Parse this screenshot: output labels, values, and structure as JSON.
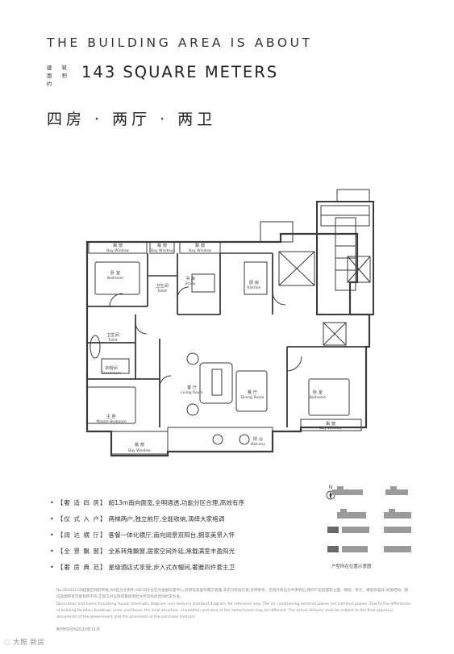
{
  "header": {
    "title_en": "THE BUILDING AREA IS ABOUT",
    "area_label_line1": "建 筑",
    "area_label_line2": "面 积 约",
    "area_en": "143 SQUARE METERS",
    "layout_cn": "四房 · 两厅 · 两卫"
  },
  "plan": {
    "rooms": [
      {
        "cn": "飘 窗",
        "en": "Bay Window"
      },
      {
        "cn": "飘 窗",
        "en": "Bay Window"
      },
      {
        "cn": "飘 窗",
        "en": "Bay Window"
      },
      {
        "cn": "卧 室",
        "en": "Bedroom"
      },
      {
        "cn": "卫生间",
        "en": "Toilet"
      },
      {
        "cn": "书 房",
        "en": "Study"
      },
      {
        "cn": "厨 房",
        "en": "Kitchen"
      },
      {
        "cn": "卫生间",
        "en": "Toilet"
      },
      {
        "cn": "衣帽间",
        "en": "Cloakroom"
      },
      {
        "cn": "客 厅",
        "en": "Living Room"
      },
      {
        "cn": "餐 厅",
        "en": "Dining Room"
      },
      {
        "cn": "卧 室",
        "en": "Bedroom"
      },
      {
        "cn": "主 卧",
        "en": "Master Bedroom"
      },
      {
        "cn": "飘 窗",
        "en": "Bay Window"
      },
      {
        "cn": "阳 台",
        "en": "Balcony"
      },
      {
        "cn": "飘 窗",
        "en": "Bay Window"
      }
    ]
  },
  "compass": {
    "label": "N"
  },
  "keymap": {
    "caption": "户型所在位置示意图"
  },
  "features": [
    {
      "tag": "【奢 适 四 房】",
      "text": "超13m南向面宽,全明通透,功能分区合理,高效有序"
    },
    {
      "tag": "【仪 式 入 户】",
      "text": "两梯两户,独立前厅,全能收纳,演绎大家格调"
    },
    {
      "tag": "【阔 达 横 厅】",
      "text": "客餐一体化横厅,南向阔景双阳台,拥享美景入怀"
    },
    {
      "tag": "【全 景 飘 窗】",
      "text": "全系转角飘窗,居家空间外延,承载满室丰盈阳光"
    },
    {
      "tag": "【奢 房 典 范】",
      "text": "星级酒店式享受,步入式衣帽间,奢雅四件套主卫"
    }
  ],
  "disclaimer": {
    "p1": "No.2020012动超报告政府审批,IS9区为文旅件,ABCDEF分区为金融华夏中心,装修及家居布置示意图,非交付标准示意,仅供参考。空调外机位为共用机位,楼间户型因建筑立面、楼层、单元、楼层等差异,局部结构、朝向及面积等可能有所不同,实际交付以政府最终审批文件及购房合同约定为准。",
    "p2": "Decoration and home furnishing layout schematic diagram, non-delivery standard diagram, for reference only. The air conditioning external planes are common planes. Due to the differences of building facades, buildings, units and floors, the local structure, orientation and area of the same house may be different. The actual delivery shall be subject to the final approval documents of the government and the provisions of the purchase contract."
  },
  "date": "制作时间为2020年11月",
  "logo": "大照 新房"
}
